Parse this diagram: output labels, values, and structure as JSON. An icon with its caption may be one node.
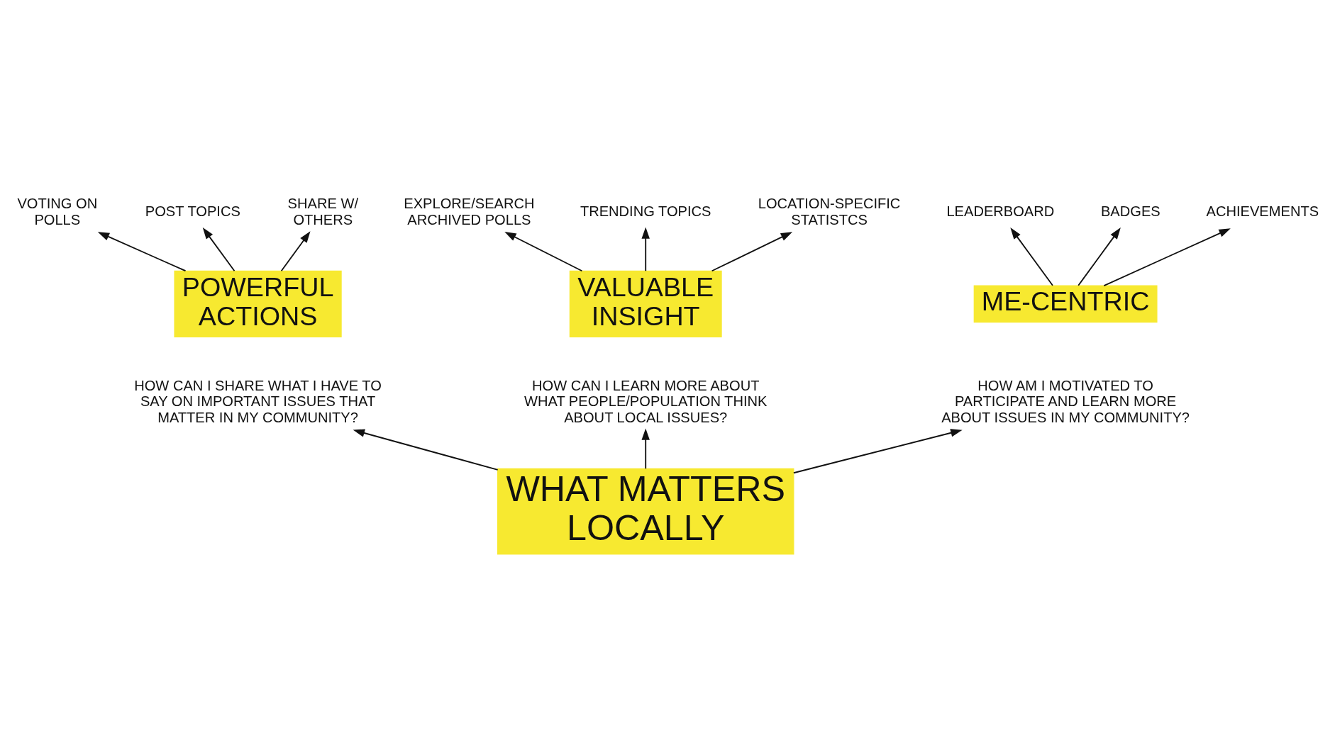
{
  "diagram": {
    "nodes": [
      {
        "text": [
          "WHAT MATTERS LOCALLY"
        ]
      },
      {
        "text": [
          "HOW CAN I SHARE WHAT I HAVE TO SAY ON IMPORTANT ISSUES THAT MATTER IN MY COMMUNITY?"
        ]
      },
      {
        "text": [
          "HOW CAN I LEARN MORE ABOUT WHAT PEOPLE/POPULATION THINK ABOUT LOCAL ISSUES?"
        ]
      },
      {
        "text": [
          "HOW AM I MOTIVATED TO PARTICIPATE AND LEARN MORE ABOUT ISSUES IN MY COMMUNITY?"
        ]
      },
      {
        "text": [
          "POWERFUL ACTIONS"
        ]
      },
      {
        "text": [
          "VOTING ON POLLS"
        ]
      },
      {
        "text": [
          "POST TOPICS"
        ]
      },
      {
        "text": [
          "SHARE W/ OTHERS"
        ]
      },
      {
        "text": [
          "VALUABLE INSIGHT"
        ]
      },
      {
        "text": [
          "EXPLORE/SEARCH ARCHIVED POLLS"
        ]
      },
      {
        "text": [
          "TRENDING TOPICS"
        ]
      },
      {
        "text": [
          "LOCATION-SPECIFIC STATISTCS"
        ]
      },
      {
        "text": [
          "ME-CENTRIC"
        ]
      },
      {
        "text": [
          "LEADERBOARD"
        ]
      },
      {
        "text": [
          "BADGES"
        ]
      },
      {
        "text": [
          "ACHIEVEMENTS"
        ]
      }
    ],
    "edges": [
      {
        "from": 0,
        "to": 1,
        "arrow": "to"
      },
      {
        "from": 0,
        "to": 2,
        "arrow": "to"
      },
      {
        "from": 0,
        "to": 3,
        "arrow": "to"
      },
      {
        "from": 4,
        "to": 5,
        "arrow": "to"
      },
      {
        "from": 4,
        "to": 6,
        "arrow": "to"
      },
      {
        "from": 4,
        "to": 7,
        "arrow": "to"
      },
      {
        "from": 8,
        "to": 9,
        "arrow": "to"
      },
      {
        "from": 8,
        "to": 10,
        "arrow": "to"
      },
      {
        "from": 8,
        "to": 11,
        "arrow": "to"
      },
      {
        "from": 12,
        "to": 13,
        "arrow": "to"
      },
      {
        "from": 12,
        "to": 14,
        "arrow": "to"
      },
      {
        "from": 12,
        "to": 15,
        "arrow": "to"
      }
    ]
  }
}
